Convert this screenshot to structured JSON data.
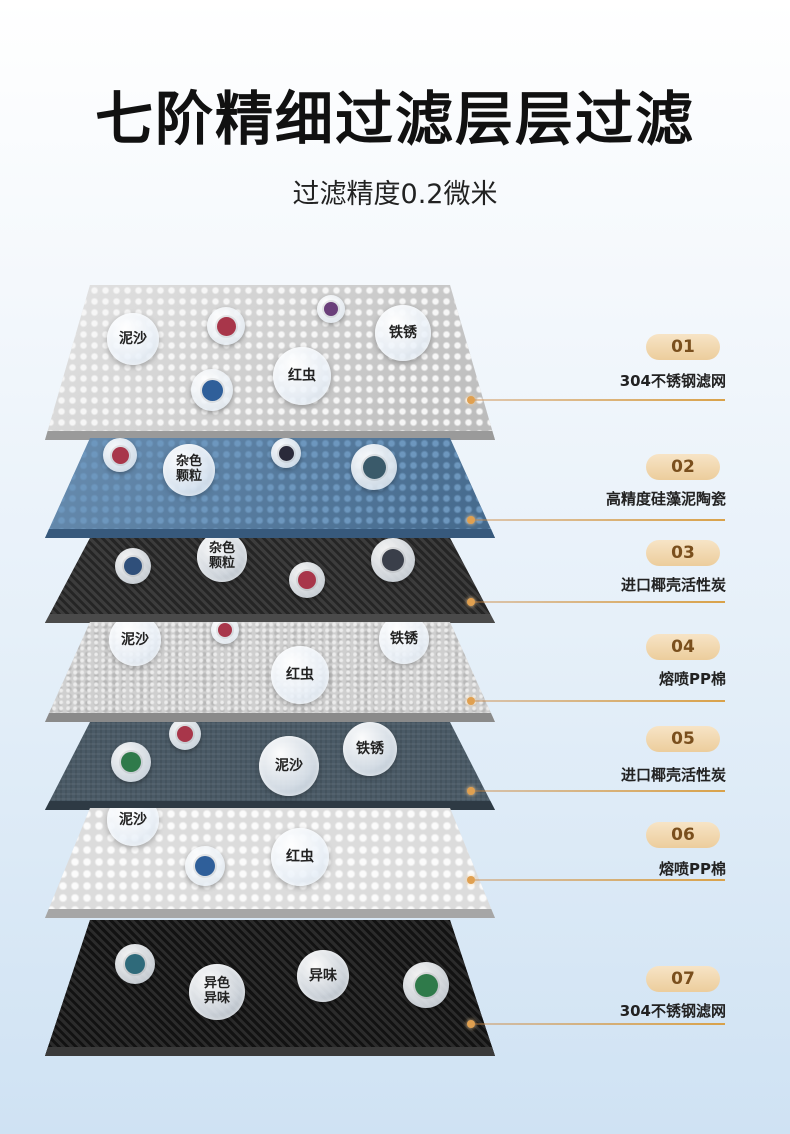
{
  "header": {
    "title": "七阶精细过滤层层过滤",
    "subtitle": "过滤精度0.2微米"
  },
  "layers": [
    {
      "num": "01",
      "label": "304不锈钢滤网",
      "bubbles": [
        "泥沙",
        "铁锈",
        "红虫"
      ]
    },
    {
      "num": "02",
      "label": "高精度硅藻泥陶瓷",
      "bubbles": [
        "杂色颗粒"
      ]
    },
    {
      "num": "03",
      "label": "进口椰壳活性炭",
      "bubbles": [
        "杂色颗粒"
      ]
    },
    {
      "num": "04",
      "label": "熔喷PP棉",
      "bubbles": [
        "泥沙",
        "铁锈",
        "红虫"
      ]
    },
    {
      "num": "05",
      "label": "进口椰壳活性炭",
      "bubbles": [
        "铁锈",
        "泥沙"
      ]
    },
    {
      "num": "06",
      "label": "熔喷PP棉",
      "bubbles": [
        "泥沙",
        "红虫"
      ]
    },
    {
      "num": "07",
      "label": "304不锈钢滤网",
      "bubbles": [
        "异色异味",
        "异味"
      ]
    }
  ],
  "colors": {
    "badge_bg": "#eccd9c",
    "badge_text": "#7a4f1d",
    "leader": "#d9a24a"
  }
}
